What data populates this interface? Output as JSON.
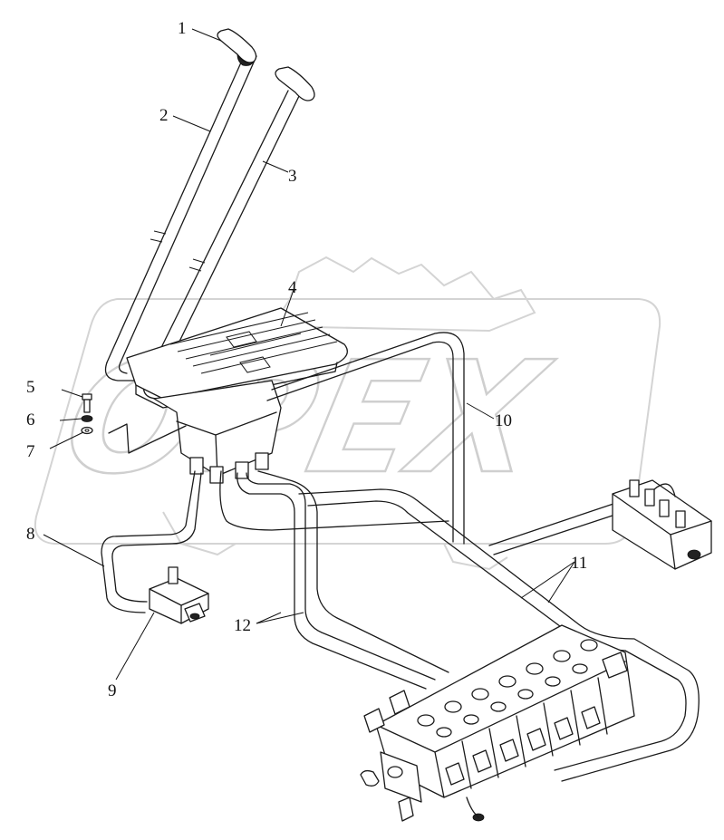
{
  "callouts": [
    {
      "id": "c1",
      "text": "1"
    },
    {
      "id": "c2",
      "text": "2"
    },
    {
      "id": "c3",
      "text": "3"
    },
    {
      "id": "c4",
      "text": "4"
    },
    {
      "id": "c5",
      "text": "5"
    },
    {
      "id": "c6",
      "text": "6"
    },
    {
      "id": "c7",
      "text": "7"
    },
    {
      "id": "c8",
      "text": "8"
    },
    {
      "id": "c9",
      "text": "9"
    },
    {
      "id": "c10",
      "text": "10"
    },
    {
      "id": "c11",
      "text": "11"
    },
    {
      "id": "c12",
      "text": "12"
    }
  ],
  "watermark": {
    "text": "OPEX"
  },
  "colors": {
    "line": "#1a1a1a",
    "watermark": "#d4d4d4",
    "background": "#ffffff"
  }
}
